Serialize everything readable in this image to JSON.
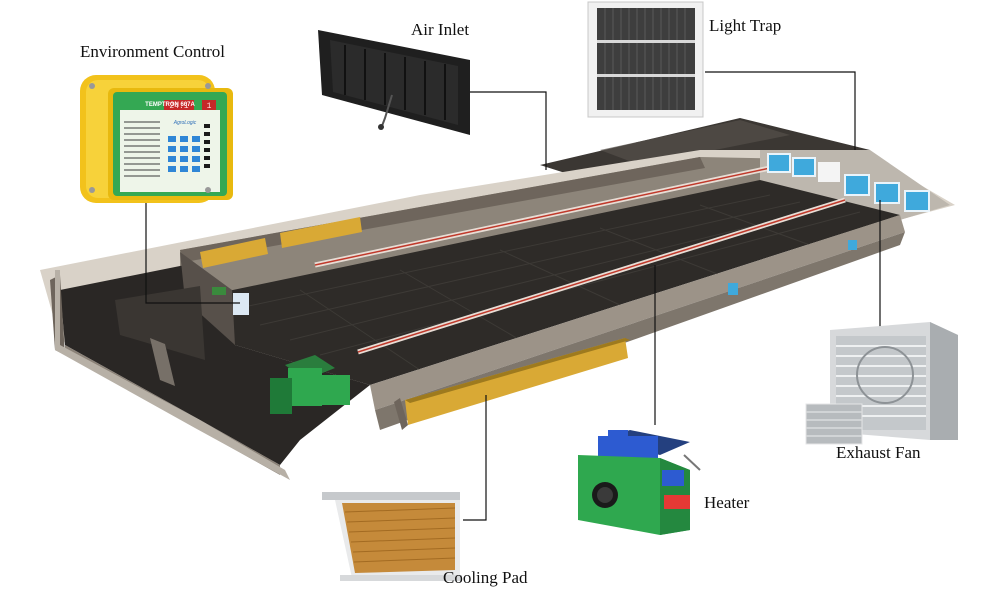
{
  "labels": {
    "environment_control": "Environment Control",
    "air_inlet": "Air Inlet",
    "light_trap": "Light Trap",
    "exhaust_fan": "Exhaust Fan",
    "heater": "Heater",
    "cooling_pad": "Cooling Pad"
  },
  "controller": {
    "brand": "TEMPTRON 607A",
    "display_left": "24.1",
    "display_right": "1",
    "logo": "AgroLogic"
  },
  "colors": {
    "floor": "#2e2b28",
    "wall": "#6e655c",
    "wall_top": "#d9d2c8",
    "cooling_pad": "#d9a935",
    "controller_housing": "#f2c21b",
    "controller_panel": "#34a853",
    "heater_body": "#2fa84f",
    "heater_top": "#2d5bd1",
    "fan_blue": "#3fa9dc",
    "callout_line": "#111111"
  }
}
